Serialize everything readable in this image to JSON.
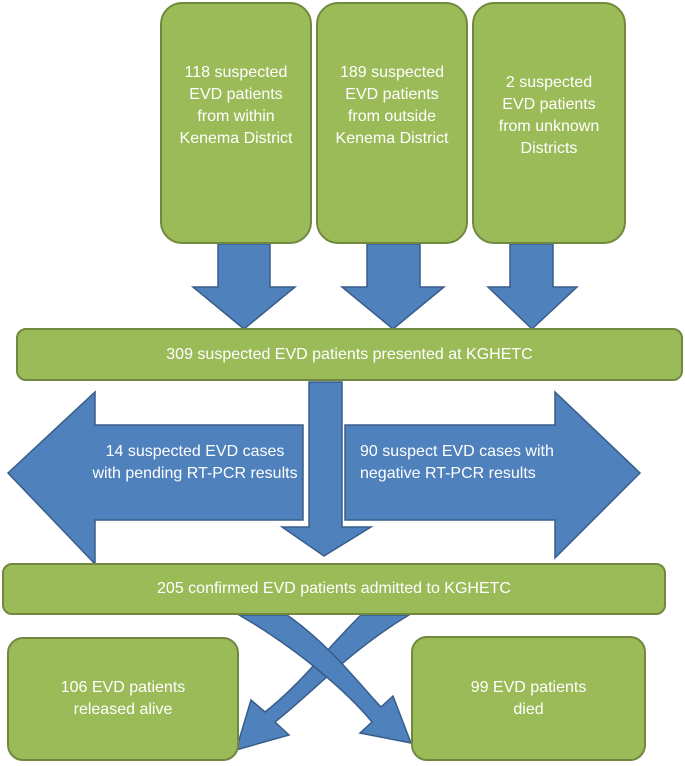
{
  "diagram": {
    "sources": [
      {
        "label": "118 suspected EVD patients from within Kenema District"
      },
      {
        "label": "189 suspected EVD patients from outside Kenema District"
      },
      {
        "label": "2 suspected EVD patients from unknown Districts"
      }
    ],
    "presented": {
      "label": "309 suspected EVD patients presented at KGHETC"
    },
    "pending": {
      "label": "14 suspected EVD cases with pending RT-PCR results"
    },
    "negative": {
      "label": "90 suspect EVD cases with negative RT-PCR results"
    },
    "admitted": {
      "label": "205 confirmed EVD patients admitted to KGHETC"
    },
    "released": {
      "label": "106 EVD patients released alive"
    },
    "died": {
      "label": "99 EVD patients died"
    }
  },
  "colors": {
    "box_fill": "#9bbb59",
    "box_border": "#71893f",
    "arrow_fill": "#4f81bd",
    "arrow_border": "#385d8a",
    "text": "#ffffff"
  }
}
